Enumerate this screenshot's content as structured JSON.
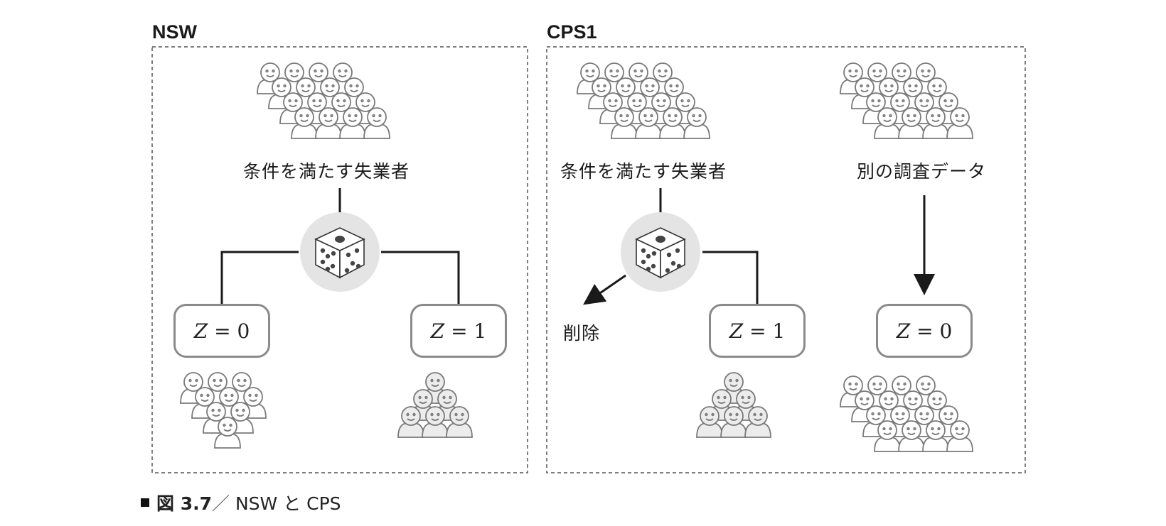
{
  "panels": [
    {
      "title": "NSW",
      "pool_label": "条件を満たす失業者",
      "z0": {
        "var": "Z",
        "op": " = ",
        "val": "0"
      },
      "z1": {
        "var": "Z",
        "op": " = ",
        "val": "1"
      }
    },
    {
      "title": "CPS1",
      "pool_label": "条件を満たす失業者",
      "other_label": "別の調査データ",
      "deleted_label": "削除",
      "z1": {
        "var": "Z",
        "op": " = ",
        "val": "1"
      },
      "z0": {
        "var": "Z",
        "op": " = ",
        "val": "0"
      }
    }
  ],
  "caption": {
    "figure": "図 3.7",
    "separator": "／",
    "text": " NSW と CPS"
  },
  "icons": [
    "crowd-icon",
    "dice-icon"
  ],
  "colors": {
    "outline": "#8a8a8a",
    "crowd_fill_grey": "#ececec",
    "dice_bg": "#e4e4e4",
    "line": "#1a1a1a"
  }
}
